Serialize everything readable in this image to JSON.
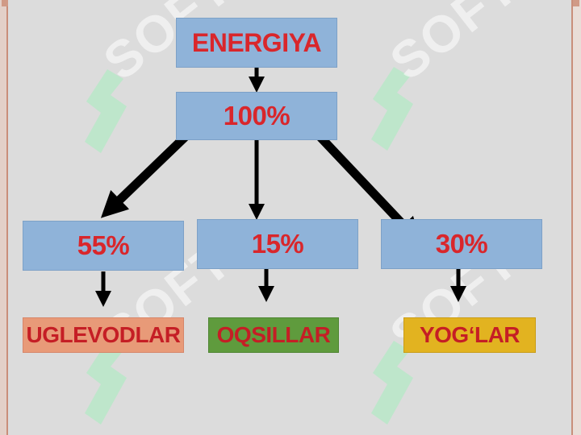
{
  "diagram": {
    "root": "ENERGIYA",
    "total": "100%",
    "branches": [
      {
        "percent": "55%",
        "label": "UGLEVODLAR"
      },
      {
        "percent": "15%",
        "label": "OQSILLAR"
      },
      {
        "percent": "30%",
        "label": "YOG‘LAR"
      }
    ]
  },
  "watermark": {
    "text": "SOFT"
  },
  "colors": {
    "blue_box": "#8fb3d9",
    "text_red": "#d9262b",
    "uglevodlar": "#e89a78",
    "oqsillar": "#5f9b3d",
    "yoglar": "#e2b320",
    "watermark": "#b8e8c8"
  }
}
